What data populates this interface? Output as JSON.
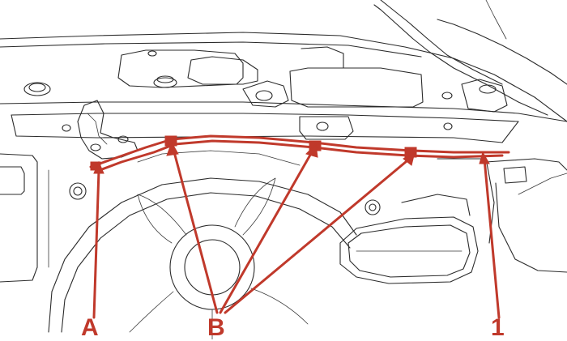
{
  "colors": {
    "accent": "#c0392b",
    "line": "#2b2b2b",
    "background": "#ffffff"
  },
  "callouts": {
    "a": "A",
    "b": "B",
    "one": "1"
  }
}
